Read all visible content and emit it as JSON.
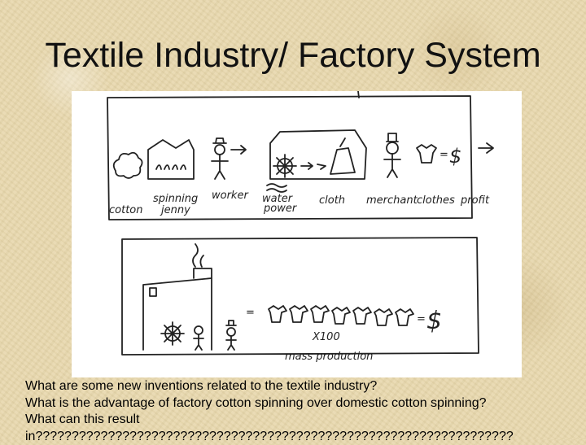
{
  "slide": {
    "title": "Textile Industry/ Factory System"
  },
  "drawing": {
    "labels": {
      "cotton": "cotton",
      "spinning_jenny_1": "spinning",
      "spinning_jenny_2": "jenny",
      "worker": "worker",
      "water_power_1": "water",
      "water_power_2": "power",
      "cloth": "cloth",
      "merchant": "merchant",
      "clothes": "clothes",
      "profit": "profit",
      "equals_1": "=",
      "equals_2": "=",
      "dollar_1": "$",
      "dollar_2": "$",
      "times_100": "X100",
      "mass_production": "mass production"
    }
  },
  "questions": [
    "What are some new inventions related to the textile industry?",
    "What is the advantage of factory cotton spinning over domestic cotton spinning?",
    "What can this result",
    "in??????????????????????????????????????????????????????????????????"
  ]
}
